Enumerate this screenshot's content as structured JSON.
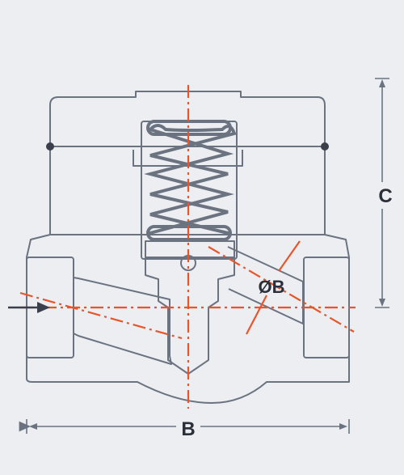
{
  "labels": {
    "overall_length": "B",
    "height": "C",
    "bore_diameter": "ØB"
  },
  "colors": {
    "background": "#eceef2",
    "outline": "#6b7380",
    "centerline": "#e8552a",
    "dimension": "#6b7380",
    "text": "#2b2f3a"
  },
  "icons": [
    "flow-direction-arrow-icon",
    "spring-icon"
  ]
}
